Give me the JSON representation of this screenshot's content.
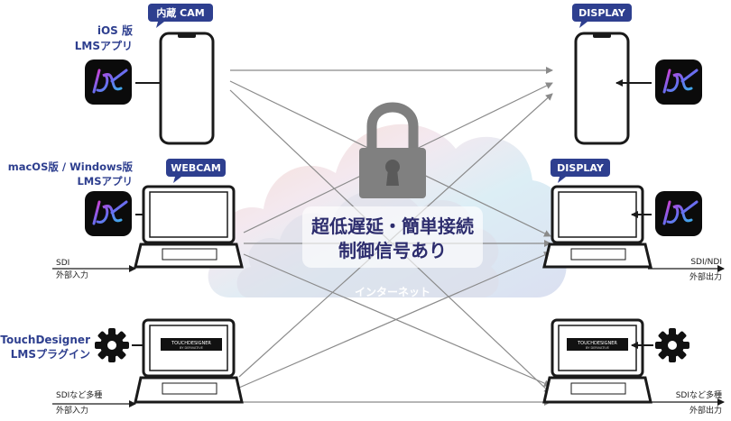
{
  "left": {
    "ios": {
      "title1": "iOS 版",
      "title2": "LMSアプリ",
      "tag": "内蔵 CAM"
    },
    "mac": {
      "title1": "macOS版 / Windows版",
      "title2": "LMSアプリ",
      "tag": "WEBCAM",
      "input1": "SDI",
      "input2": "外部入力"
    },
    "td": {
      "title1": "TouchDesigner",
      "title2": "LMSプラグイン",
      "screen1": "TOUCHDESIGNER",
      "screen2": "BY DERIVATIVE",
      "input1": "SDIなど多種",
      "input2": "外部入力"
    }
  },
  "right": {
    "ios": {
      "tag": "DISPLAY"
    },
    "mac": {
      "tag": "DISPLAY",
      "output1": "SDI/NDI",
      "output2": "外部出力"
    },
    "td": {
      "screen1": "TOUCHDESIGNER",
      "screen2": "BY DERIVATIVE",
      "output1": "SDIなど多種",
      "output2": "外部出力"
    }
  },
  "center": {
    "line1": "超低遅延・簡単接続",
    "line2": "制御信号あり",
    "network": "インターネット"
  },
  "colors": {
    "tag_bg": "#2e3f8f",
    "label": "#2e3f8f",
    "lock": "#808080",
    "app_icon_bg": "#0b0b0b"
  },
  "icons": [
    "lms-app-icon",
    "gear-icon",
    "lock-icon",
    "cloud-icon",
    "smartphone-icon",
    "laptop-icon"
  ]
}
